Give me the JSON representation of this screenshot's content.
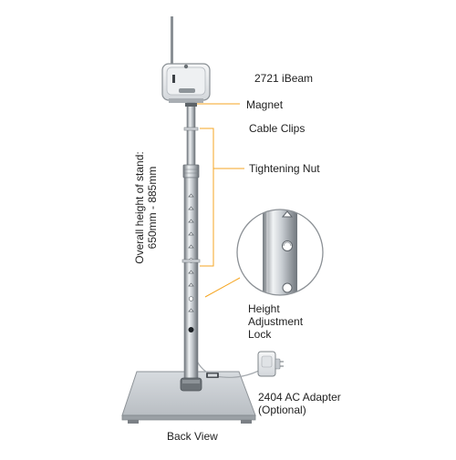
{
  "labels": {
    "device": "2721 iBeam",
    "magnet": "Magnet",
    "cable_clips": "Cable Clips",
    "tightening_nut": "Tightening Nut",
    "height_lock": [
      "Height",
      "Adjustment",
      "Lock"
    ],
    "adapter": [
      "2404 AC Adapter",
      "(Optional)"
    ],
    "back_view": "Back View",
    "overall_height": [
      "Overall height of stand:",
      "650mm - 885mm"
    ]
  },
  "colors": {
    "leader_line": "#f5a623",
    "metal_dark": "#7d8288",
    "metal_light": "#e7eaed",
    "text": "#222222"
  }
}
